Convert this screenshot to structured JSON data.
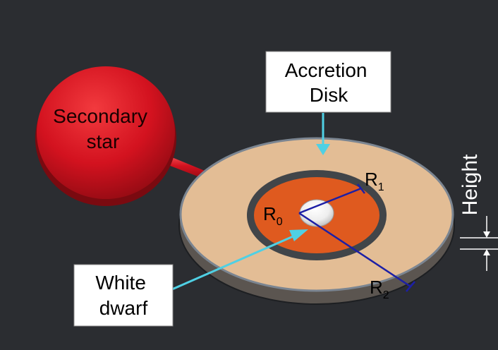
{
  "labels": {
    "secondary_star": [
      "Secondary",
      "star"
    ],
    "accretion_disk": [
      "Accretion",
      "Disk"
    ],
    "white_dwarf": [
      "White",
      "dwarf"
    ],
    "height": "Height"
  },
  "radii": {
    "r0": {
      "base": "R",
      "sub": "0"
    },
    "r1": {
      "base": "R",
      "sub": "1"
    },
    "r2": {
      "base": "R",
      "sub": "2"
    }
  },
  "colors": {
    "background": "#2b2d31",
    "star": "#d3121f",
    "disk_outer": "#e3bd95",
    "disk_inner": "#df5a1f",
    "callout_arrow": "#4fd0e4",
    "radius_line": "#1c1fa6",
    "white_dwarf": "#f2f2f2"
  }
}
